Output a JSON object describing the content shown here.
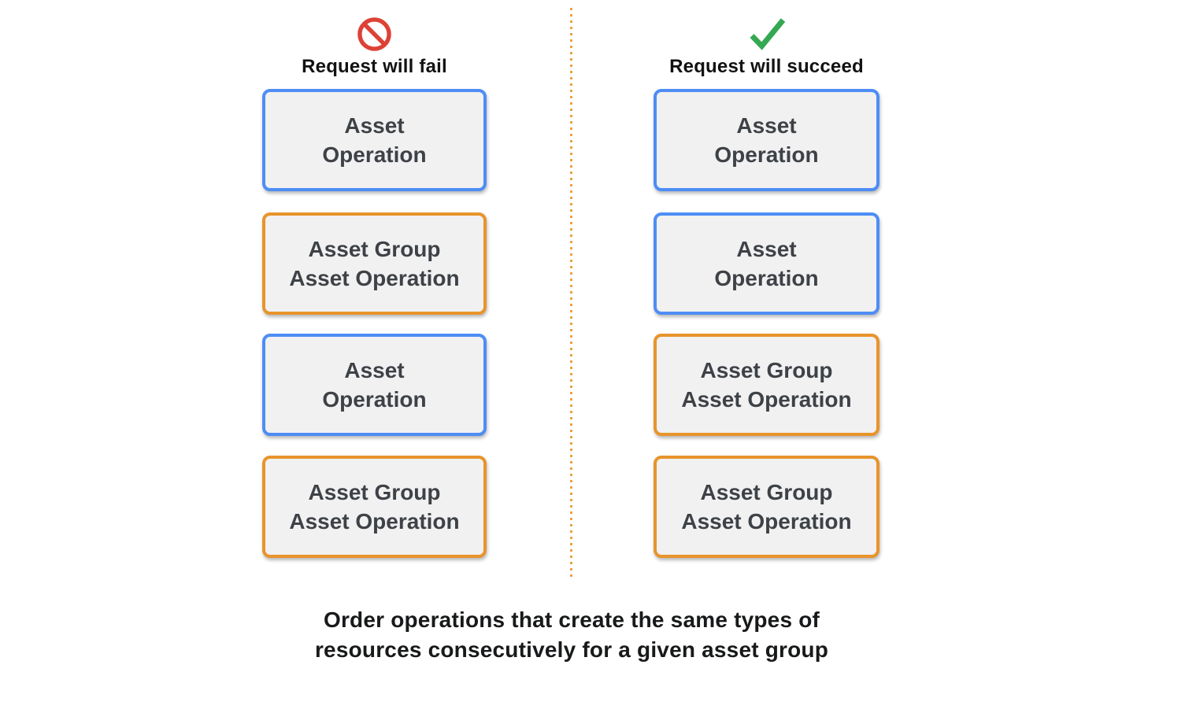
{
  "colors": {
    "blue": "#4e8df5",
    "orange": "#e8942c",
    "box_fill": "#f1f1f1",
    "box_text": "#3e4247",
    "heading_text": "#121212",
    "caption_text": "#18191a",
    "fail_red": "#dd4236",
    "success_green": "#34a853",
    "divider_orange": "#e9a240"
  },
  "columns": [
    {
      "id": "fail",
      "icon": "prohibition-icon",
      "heading": "Request will fail",
      "boxes": [
        {
          "type": "asset-operation",
          "border": "blue",
          "line1": "Asset",
          "line2": "Operation"
        },
        {
          "type": "asset-group-asset-operation",
          "border": "orange",
          "line1": "Asset Group",
          "line2": "Asset Operation"
        },
        {
          "type": "asset-operation",
          "border": "blue",
          "line1": "Asset",
          "line2": "Operation"
        },
        {
          "type": "asset-group-asset-operation",
          "border": "orange",
          "line1": "Asset Group",
          "line2": "Asset Operation"
        }
      ]
    },
    {
      "id": "success",
      "icon": "checkmark-icon",
      "heading": "Request will succeed",
      "boxes": [
        {
          "type": "asset-operation",
          "border": "blue",
          "line1": "Asset",
          "line2": "Operation"
        },
        {
          "type": "asset-operation",
          "border": "blue",
          "line1": "Asset",
          "line2": "Operation"
        },
        {
          "type": "asset-group-asset-operation",
          "border": "orange",
          "line1": "Asset Group",
          "line2": "Asset Operation"
        },
        {
          "type": "asset-group-asset-operation",
          "border": "orange",
          "line1": "Asset Group",
          "line2": "Asset Operation"
        }
      ]
    }
  ],
  "caption": {
    "line1": "Order operations that create the same types of",
    "line2": "resources consecutively for a given asset group"
  }
}
